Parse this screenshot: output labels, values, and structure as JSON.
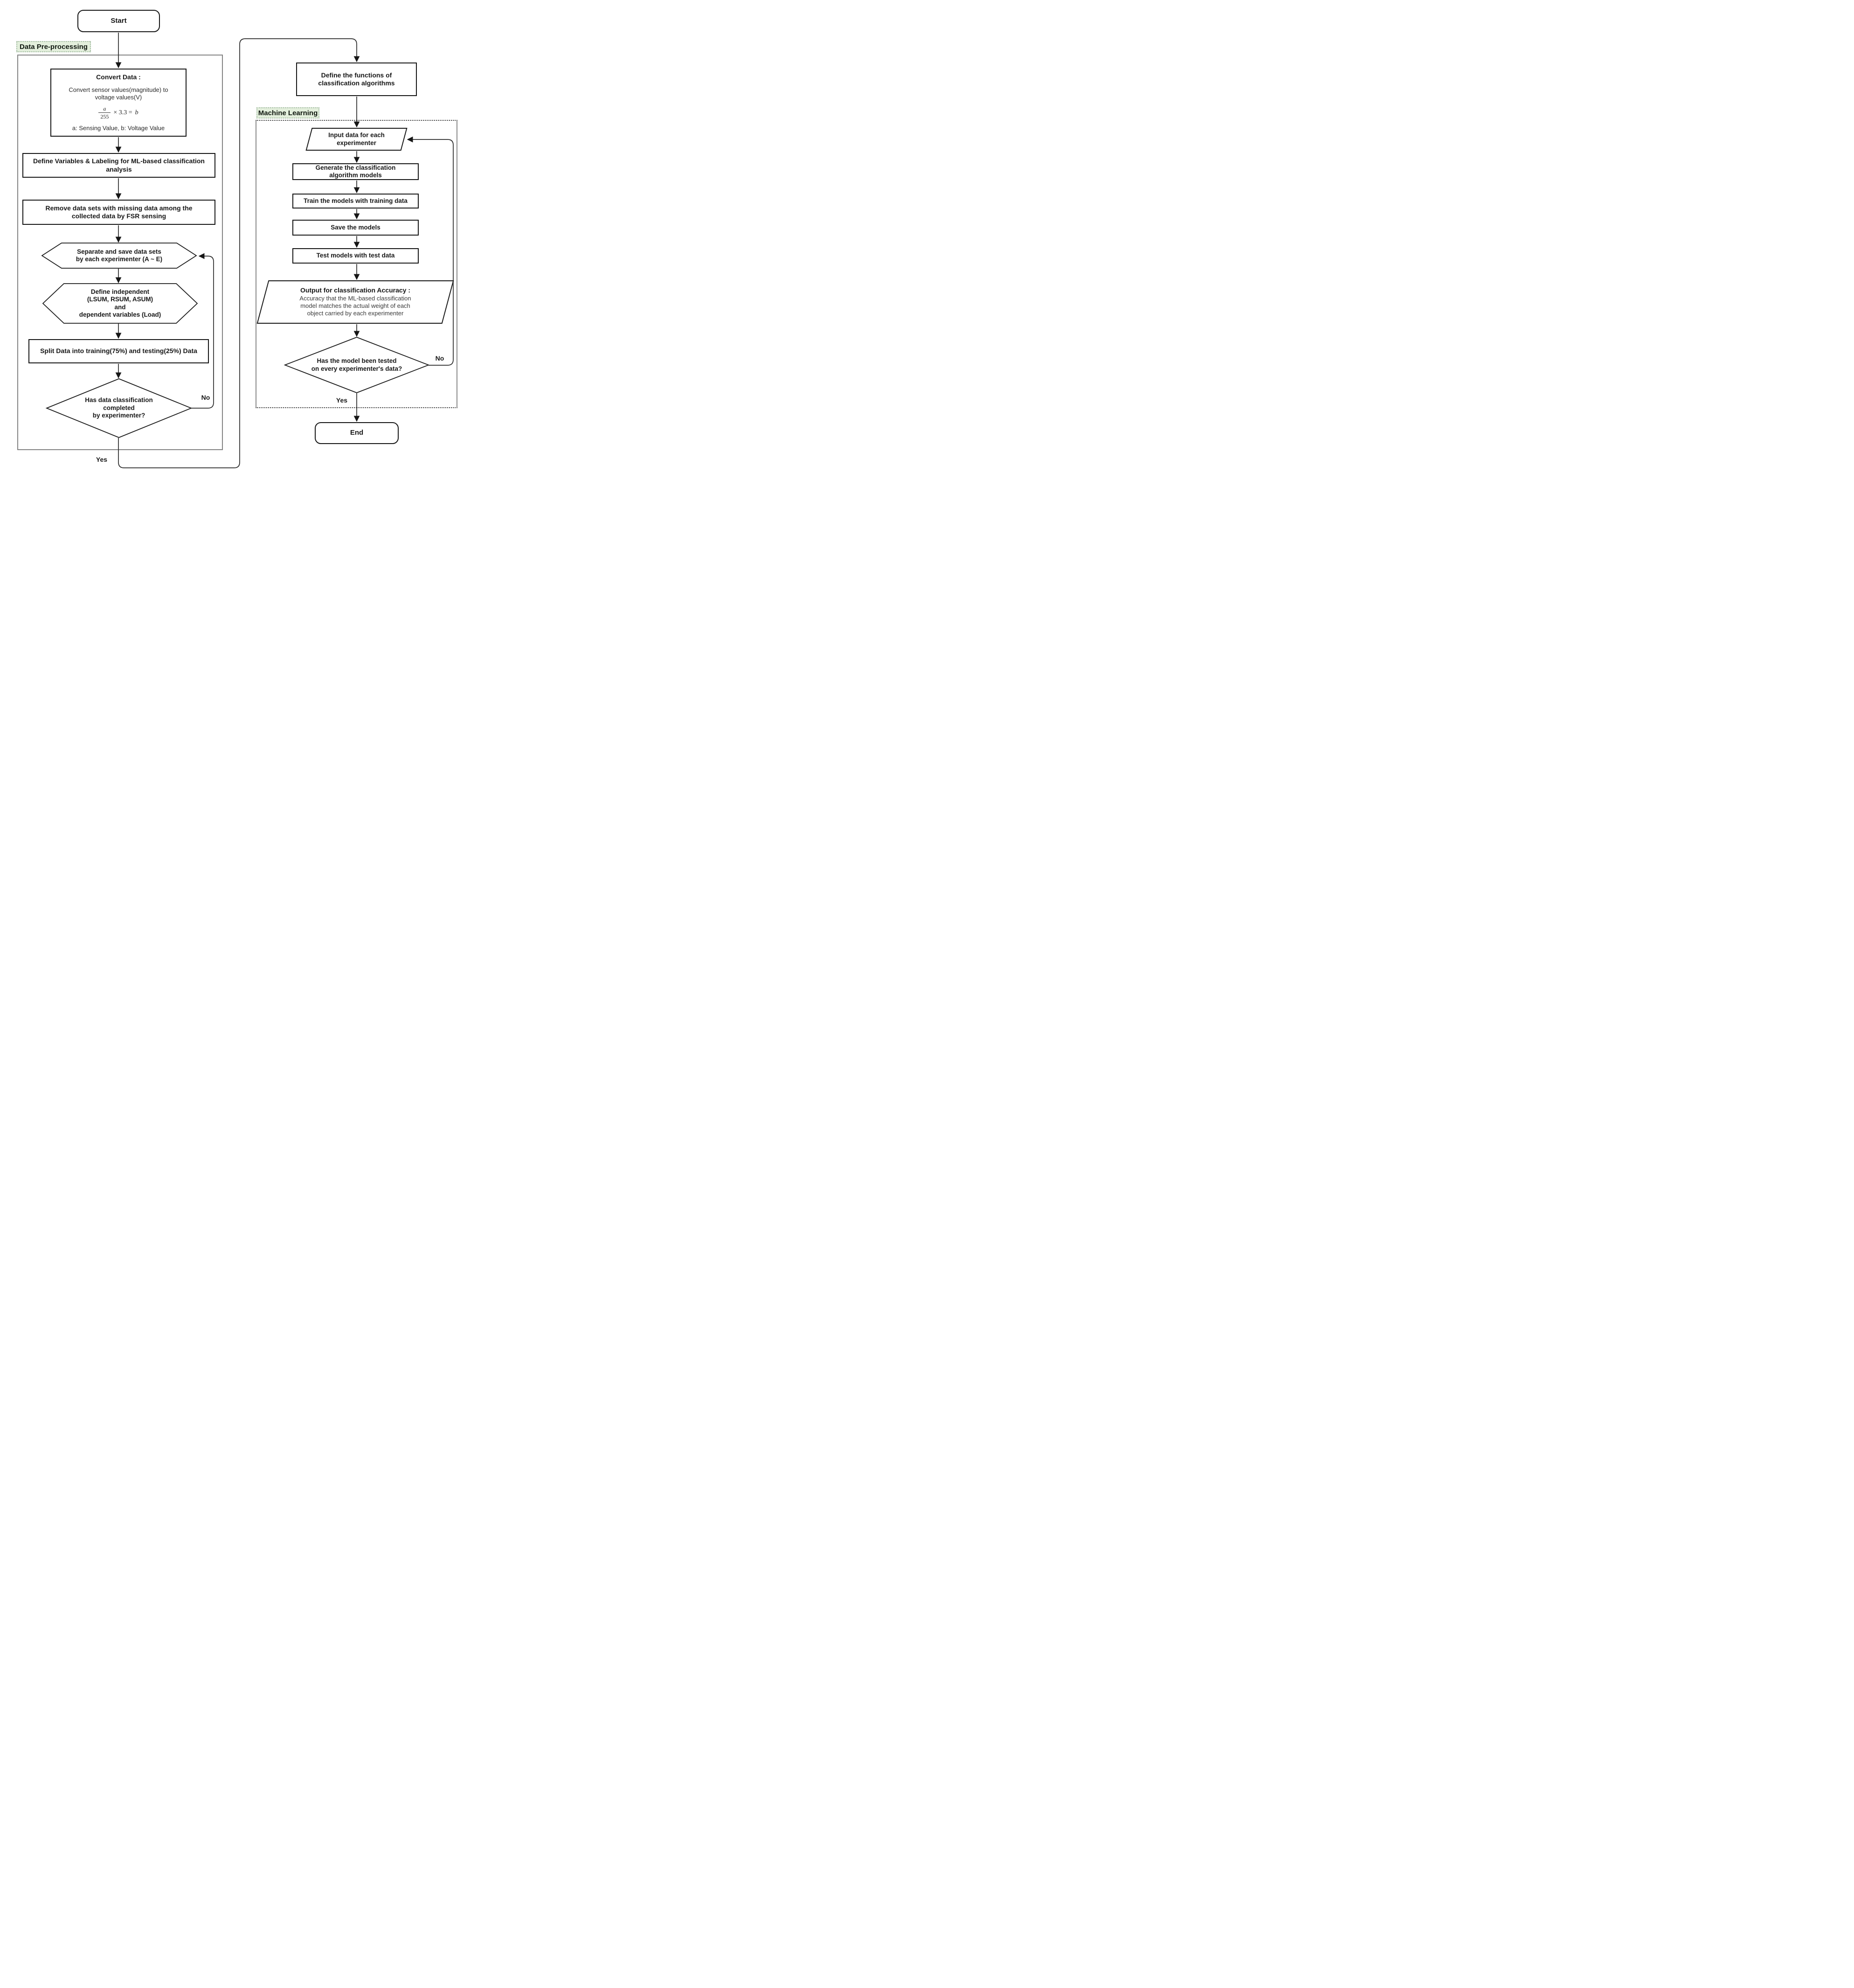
{
  "diagram": {
    "sections": {
      "preprocessing": {
        "label": "Data Pre-processing"
      },
      "ml": {
        "label": "Machine Learning"
      }
    },
    "nodes": {
      "start": {
        "label": "Start"
      },
      "convert": {
        "title": "Convert Data :",
        "body_lines": [
          "Convert sensor values(magnitude) to",
          "voltage values(V)"
        ],
        "formula": {
          "numerator": "a",
          "denominator": "255",
          "middle": "× 3.3 =",
          "result": "b"
        },
        "note": "a: Sensing Value, b: Voltage Value"
      },
      "define_vars": {
        "lines": [
          "Define Variables & Labeling for ML-based classification",
          "analysis"
        ]
      },
      "remove_missing": {
        "lines": [
          "Remove data sets with missing data among the",
          "collected data by FSR sensing"
        ]
      },
      "separate": {
        "lines": [
          "Separate and save data sets",
          "by each experimenter (A ~ E)"
        ]
      },
      "define_variables_hex": {
        "lines": [
          "Define independent",
          "(LSUM, RSUM, ASUM)",
          "and",
          "dependent variables (Load)"
        ]
      },
      "split": {
        "label": "Split Data into training(75%) and testing(25%) Data"
      },
      "decision_classification": {
        "lines": [
          "Has data classification",
          "completed",
          "by experimenter?"
        ]
      },
      "define_functions": {
        "lines": [
          "Define the functions of",
          "classification algorithms"
        ]
      },
      "input_data": {
        "lines": [
          "Input data for each",
          "experimenter"
        ]
      },
      "generate_models": {
        "lines": [
          "Generate the classification",
          "algorithm models"
        ]
      },
      "train_models": {
        "label": "Train the models with training data"
      },
      "save_models": {
        "label": "Save the models"
      },
      "test_models": {
        "label": "Test models with test data"
      },
      "output_accuracy": {
        "title": "Output for classification Accuracy :",
        "lines": [
          "Accuracy that the ML-based classification",
          "model matches the actual weight of each",
          "object carried by each experimenter"
        ]
      },
      "decision_tested": {
        "lines": [
          "Has the model been tested",
          "on every experimenter's data?"
        ]
      },
      "end": {
        "label": "End"
      }
    },
    "edge_labels": {
      "no_left": "No",
      "yes_left": "Yes",
      "no_right": "No",
      "yes_right": "Yes"
    },
    "colors": {
      "section_label_bg": "#e3efdc",
      "section_label_border": "#9fb89f",
      "container_border": "#848484",
      "node_border": "#171717",
      "connector": "#2b2b2b"
    }
  }
}
